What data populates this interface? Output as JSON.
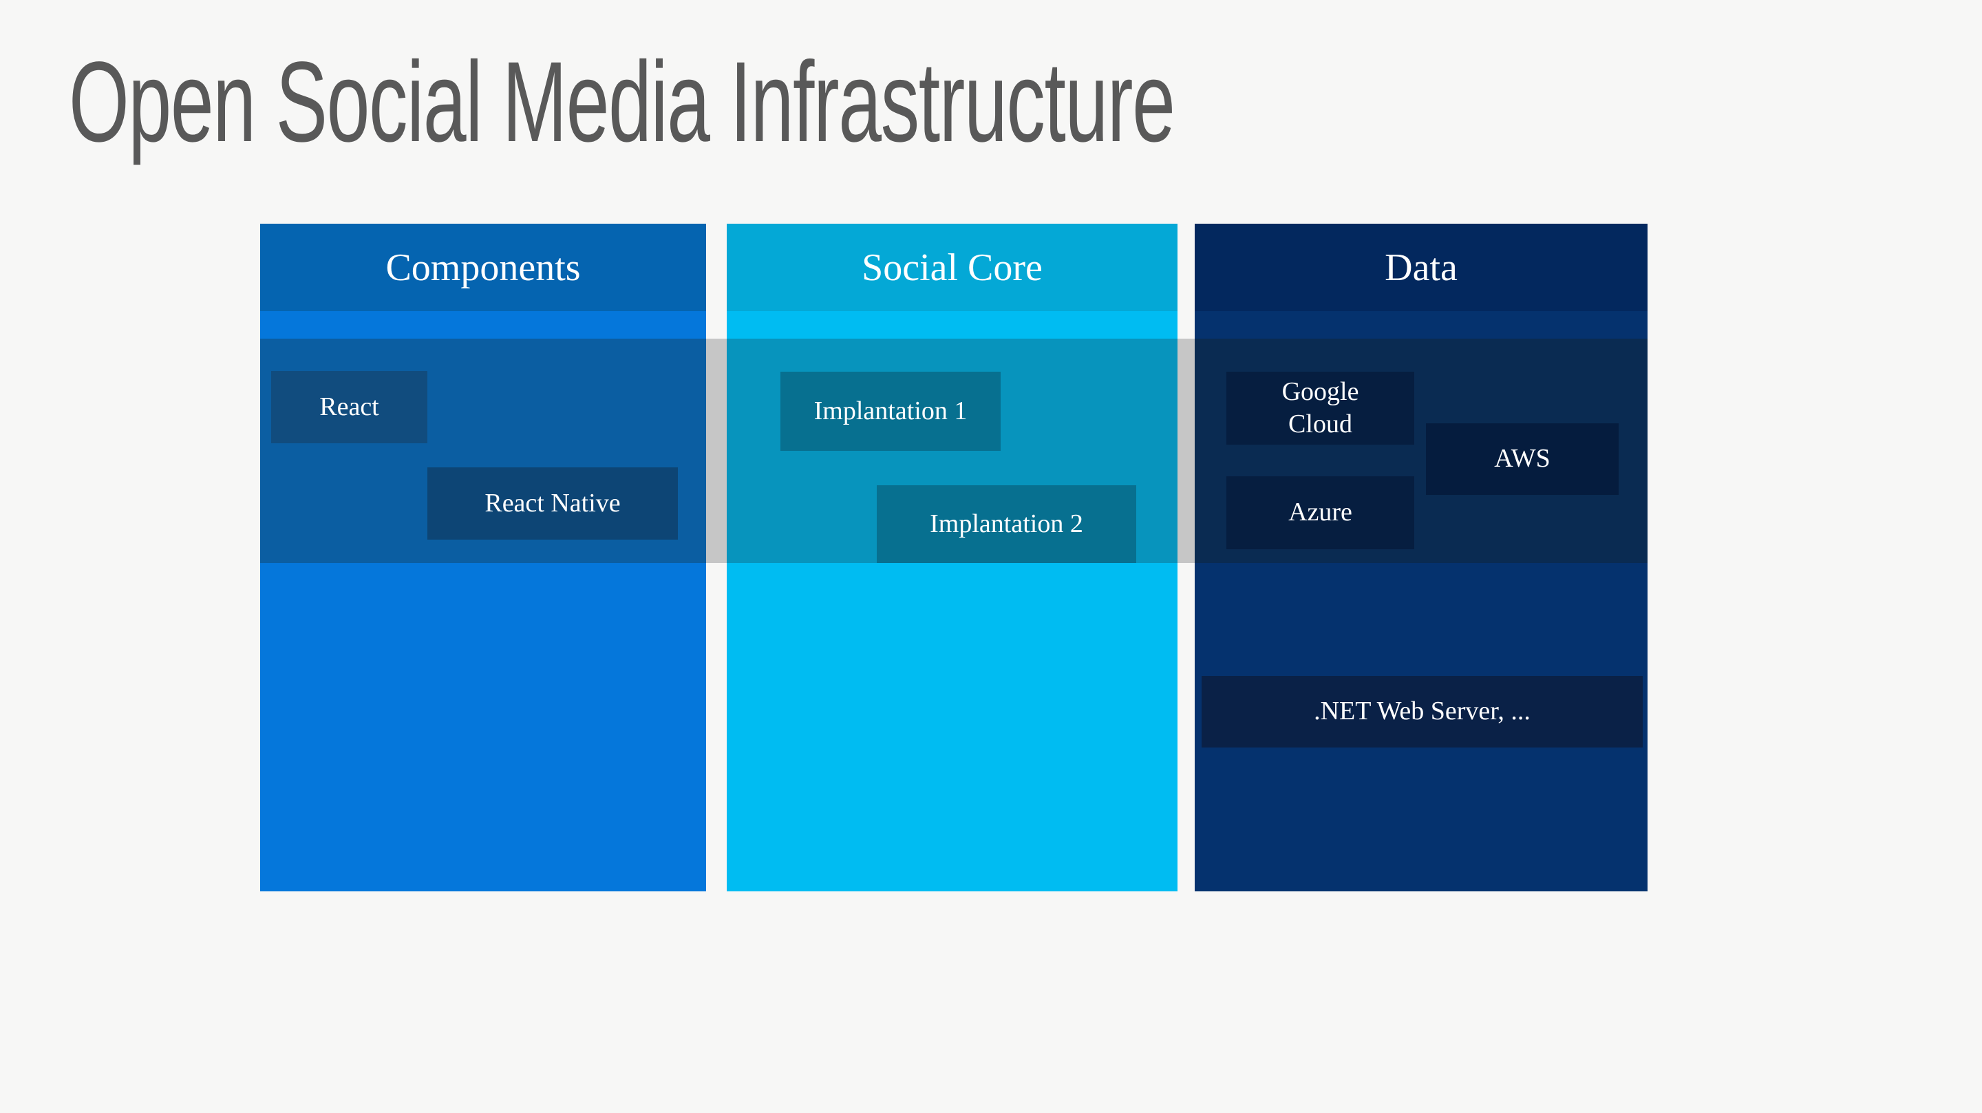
{
  "slide": {
    "title": "Open Social Media Infrastructure",
    "columns": [
      {
        "header": "Components",
        "boxes": [
          {
            "label": "React"
          },
          {
            "label": "React Native"
          }
        ],
        "colors": {
          "header": "#0564b0",
          "body": "#0577db",
          "band": "#0b5ea2",
          "box": "#114c7e"
        }
      },
      {
        "header": "Social Core",
        "boxes": [
          {
            "label": "Implantation 1"
          },
          {
            "label": "Implantation 2"
          }
        ],
        "colors": {
          "header": "#04a8d6",
          "body": "#00bcf2",
          "band": "#0794bd",
          "box": "#077090"
        }
      },
      {
        "header": "Data",
        "boxes": [
          {
            "label": "Google Cloud"
          },
          {
            "label": "AWS"
          },
          {
            "label": "Azure"
          },
          {
            "label": ".NET Web Server, ..."
          }
        ],
        "colors": {
          "header": "#03285e",
          "body": "#05326e",
          "band": "#0a2b52",
          "box": "#061e40"
        }
      }
    ],
    "overlay_band_color": "#c6c6c6",
    "background_color": "#f7f7f6",
    "title_color": "#595959",
    "text_color": "#ffffff"
  }
}
